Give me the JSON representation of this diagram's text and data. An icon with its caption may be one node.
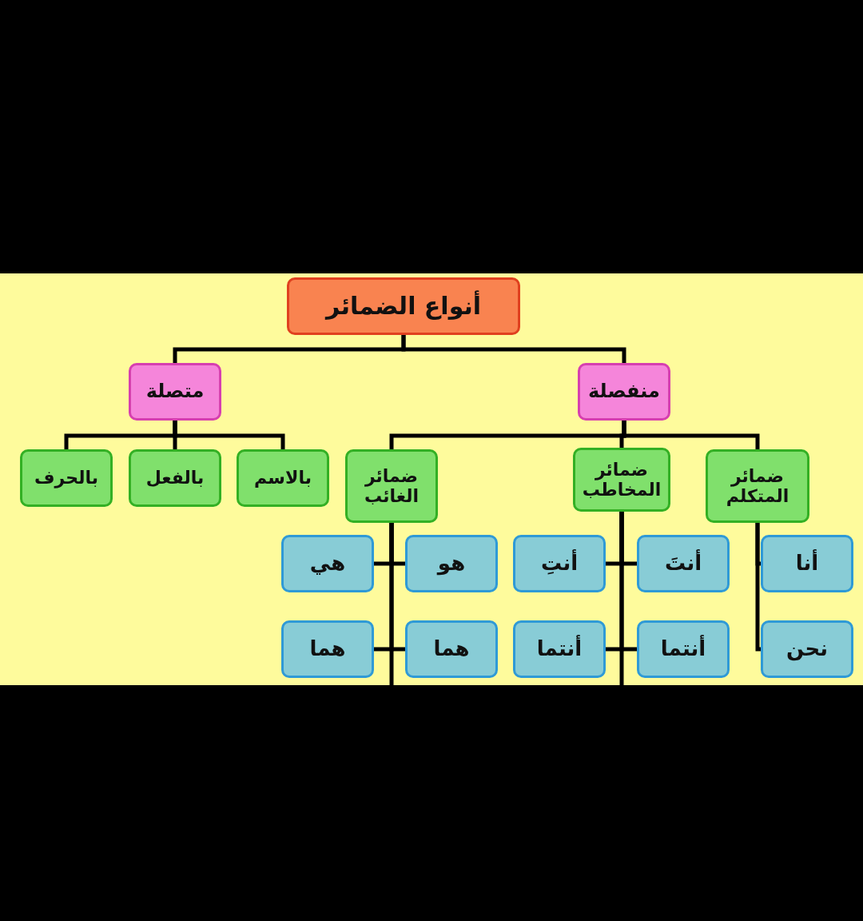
{
  "diagram": {
    "nodes": [
      {
        "text": [
          "أنواع الضمائر"
        ]
      },
      {
        "text": [
          "متصلة"
        ]
      },
      {
        "text": [
          "منفصلة"
        ]
      },
      {
        "text": [
          "بالاسم"
        ]
      },
      {
        "text": [
          "بالفعل"
        ]
      },
      {
        "text": [
          "بالحرف"
        ]
      },
      {
        "text": [
          "ضمائر المتكلم"
        ]
      },
      {
        "text": [
          "ضمائر المخاطب"
        ]
      },
      {
        "text": [
          "ضمائر الغائب"
        ]
      },
      {
        "text": [
          "أنا"
        ]
      },
      {
        "text": [
          "نحن"
        ]
      },
      {
        "text": [
          "أنتَ"
        ]
      },
      {
        "text": [
          "أنتما"
        ]
      },
      {
        "text": [
          "أنتِ"
        ]
      },
      {
        "text": [
          "أنتما"
        ]
      },
      {
        "text": [
          "هو"
        ]
      },
      {
        "text": [
          "هما"
        ]
      },
      {
        "text": [
          "هي"
        ]
      },
      {
        "text": [
          "هما"
        ]
      }
    ],
    "edges": [
      {
        "from": 0,
        "to": 1,
        "arrow": "none"
      },
      {
        "from": 0,
        "to": 2,
        "arrow": "none"
      },
      {
        "from": 1,
        "to": 3,
        "arrow": "none"
      },
      {
        "from": 1,
        "to": 4,
        "arrow": "none"
      },
      {
        "from": 1,
        "to": 5,
        "arrow": "none"
      },
      {
        "from": 2,
        "to": 6,
        "arrow": "none"
      },
      {
        "from": 2,
        "to": 7,
        "arrow": "none"
      },
      {
        "from": 2,
        "to": 8,
        "arrow": "none"
      },
      {
        "from": 6,
        "to": 9,
        "arrow": "none"
      },
      {
        "from": 6,
        "to": 10,
        "arrow": "none"
      },
      {
        "from": 7,
        "to": 11,
        "arrow": "none"
      },
      {
        "from": 7,
        "to": 12,
        "arrow": "none"
      },
      {
        "from": 7,
        "to": 13,
        "arrow": "none"
      },
      {
        "from": 7,
        "to": 14,
        "arrow": "none"
      },
      {
        "from": 8,
        "to": 15,
        "arrow": "none"
      },
      {
        "from": 8,
        "to": 16,
        "arrow": "none"
      },
      {
        "from": 8,
        "to": 17,
        "arrow": "none"
      },
      {
        "from": 8,
        "to": 18,
        "arrow": "none"
      }
    ]
  }
}
